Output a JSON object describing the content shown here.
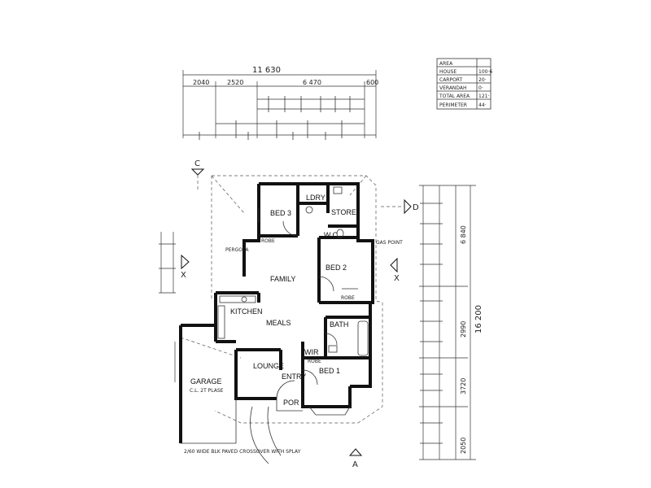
{
  "top_dims": {
    "overall": "11 630",
    "segments": [
      "2040",
      "2520",
      "6 470",
      "600"
    ]
  },
  "right_dims": {
    "overall": "16 200",
    "upper": "6 840",
    "middle": "2990",
    "lower": "3720",
    "bottom": "2050"
  },
  "area_table": {
    "rows": [
      {
        "label": "AREA",
        "value": ""
      },
      {
        "label": "HOUSE",
        "value": "100·6"
      },
      {
        "label": "CARPORT",
        "value": "20·"
      },
      {
        "label": "VERANDAH",
        "value": "0·"
      },
      {
        "label": "TOTAL AREA",
        "value": "121·"
      },
      {
        "label": "PERIMETER",
        "value": "44·"
      }
    ]
  },
  "section_markers": {
    "c": "C",
    "d": "D",
    "x_left": "X",
    "x_right": "X",
    "a": "A"
  },
  "rooms": {
    "bed3": "BED 3",
    "ldry": "LDRY",
    "store": "STORE",
    "wc": "W.C",
    "bed2": "BED 2",
    "family": "FAMILY",
    "kitchen": "KITCHEN",
    "meals": "MEALS",
    "bath": "BATH",
    "wir": "WIR",
    "bed1": "BED 1",
    "lounge": "LOUNGE",
    "entry": "ENTRY",
    "por": "POR",
    "garage": "GARAGE"
  },
  "notes": {
    "pergola": "PERGOLA",
    "garage_note": "C.L. 2T PLASE",
    "robe1": "ROBE",
    "robe2": "ROBE",
    "robe3": "ROBE",
    "gas_point": "GAS POINT",
    "bottom_note": "2/60 WIDE BLK PAVED CROSSOVER WITH SPLAY"
  }
}
